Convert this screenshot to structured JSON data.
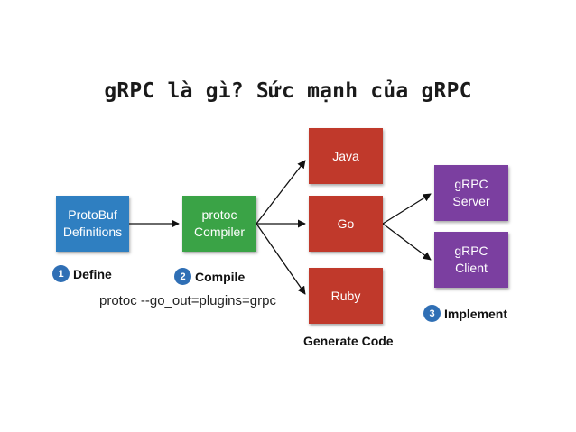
{
  "title": "gRPC là gì? Sức mạnh của gRPC",
  "nodes": {
    "protobuf": {
      "line1": "ProtoBuf",
      "line2": "Definitions"
    },
    "protoc": {
      "line1": "protoc",
      "line2": "Compiler"
    },
    "java": {
      "label": "Java"
    },
    "go": {
      "label": "Go"
    },
    "ruby": {
      "label": "Ruby"
    },
    "server": {
      "line1": "gRPC",
      "line2": "Server"
    },
    "client": {
      "line1": "gRPC",
      "line2": "Client"
    }
  },
  "steps": {
    "define": {
      "number": "1",
      "label": "Define"
    },
    "compile": {
      "number": "2",
      "label": "Compile"
    },
    "implement": {
      "number": "3",
      "label": "Implement"
    }
  },
  "command": "protoc --go_out=plugins=grpc",
  "generate_label": "Generate Code",
  "colors": {
    "definitions": "#2f7fc1",
    "compiler": "#3aa346",
    "languages": "#c0392b",
    "grpc": "#7b3fa0",
    "step_badge": "#2f6fb5"
  }
}
